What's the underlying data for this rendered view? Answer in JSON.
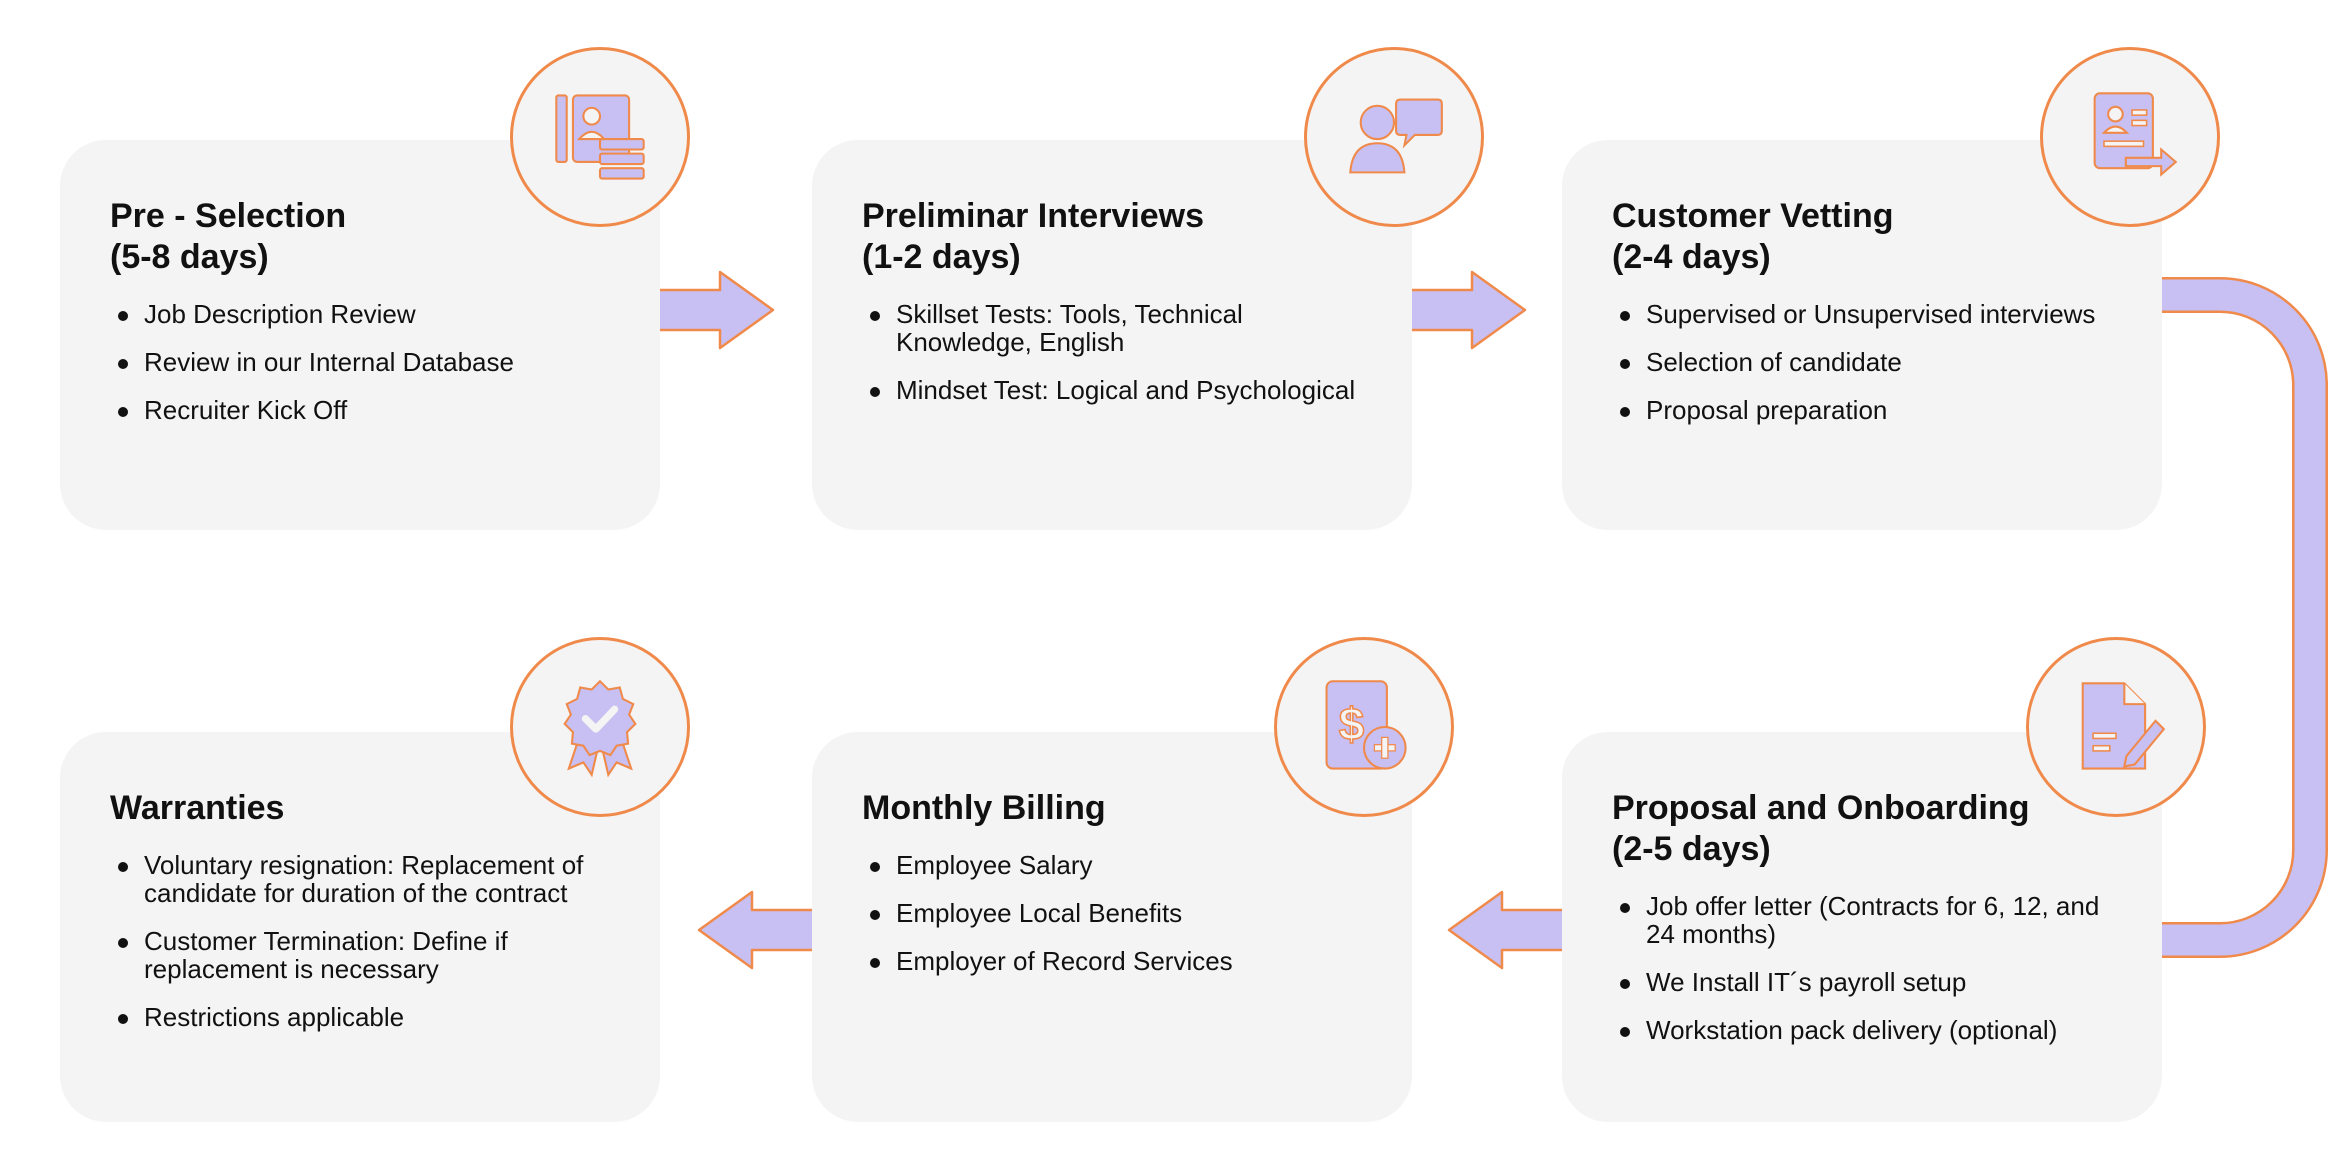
{
  "colors": {
    "accent": "#c8bff2",
    "outline": "#f08a4b",
    "card": "#f4f4f4",
    "text": "#111111"
  },
  "steps": [
    {
      "title_line1": "Pre - Selection",
      "title_line2": "(5-8 days)",
      "icon": "candidate-profile-icon",
      "bullets": [
        "Job Description Review",
        "Review in our Internal Database",
        "Recruiter Kick Off"
      ]
    },
    {
      "title_line1": "Preliminar Interviews",
      "title_line2": "(1-2 days)",
      "icon": "interview-chat-icon",
      "bullets": [
        "Skillset Tests: Tools, Technical Knowledge, English",
        "Mindset Test: Logical and Psychological"
      ]
    },
    {
      "title_line1": "Customer Vetting",
      "title_line2": "(2-4 days)",
      "icon": "profile-transfer-icon",
      "bullets": [
        "Supervised or Unsupervised interviews",
        "Selection of candidate",
        "Proposal preparation"
      ]
    },
    {
      "title_line1": "Proposal and Onboarding",
      "title_line2": "(2-5 days)",
      "icon": "document-sign-icon",
      "bullets": [
        "Job offer letter (Contracts for 6, 12, and 24 months)",
        "We Install IT´s payroll setup",
        "Workstation pack delivery (optional)"
      ]
    },
    {
      "title_line1": "Monthly Billing",
      "title_line2": "",
      "icon": "billing-add-icon",
      "bullets": [
        "Employee Salary",
        "Employee Local Benefits",
        "Employer of Record Services"
      ]
    },
    {
      "title_line1": "Warranties",
      "title_line2": "",
      "icon": "warranty-badge-icon",
      "bullets": [
        "Voluntary resignation: Replacement of candidate for duration of the contract",
        "Customer Termination: Define if replacement is necessary",
        "Restrictions applicable"
      ]
    }
  ]
}
